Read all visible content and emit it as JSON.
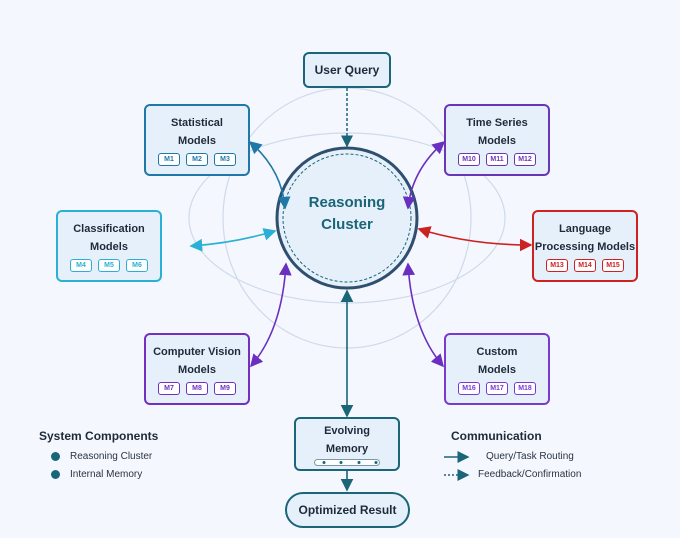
{
  "center": {
    "line1": "Reasoning",
    "line2": "Cluster",
    "color": "#1a6577"
  },
  "top": {
    "label": "User Query"
  },
  "memory": {
    "line1": "Evolving",
    "line2": "Memory"
  },
  "result": {
    "label": "Optimized Result"
  },
  "modules": [
    {
      "id": "statistical",
      "line1": "Statistical",
      "line2": "Models",
      "chips": [
        "M1",
        "M2",
        "M3"
      ],
      "color": "#1f78a8"
    },
    {
      "id": "time-series",
      "line1": "Time Series",
      "line2": "Models",
      "chips": [
        "M10",
        "M11",
        "M12"
      ],
      "color": "#6a36b8"
    },
    {
      "id": "classification",
      "line1": "Classification",
      "line2": "Models",
      "chips": [
        "M4",
        "M5",
        "M6"
      ],
      "color": "#2ab0d4"
    },
    {
      "id": "language",
      "line1": "Language",
      "line2": "Processing Models",
      "chips": [
        "M13",
        "M14",
        "M15"
      ],
      "color": "#cc2222"
    },
    {
      "id": "computer-vision",
      "line1": "Computer Vision",
      "line2": "Models",
      "chips": [
        "M7",
        "M8",
        "M9"
      ],
      "color": "#7330c0"
    },
    {
      "id": "custom",
      "line1": "Custom",
      "line2": "Models",
      "chips": [
        "M16",
        "M17",
        "M18"
      ],
      "color": "#7a3ad0"
    }
  ],
  "legend_components": {
    "title": "System Components",
    "items": [
      "Reasoning Cluster",
      "Internal Memory"
    ]
  },
  "legend_communication": {
    "title": "Communication",
    "items": [
      "Query/Task Routing",
      "Feedback/Confirmation"
    ]
  }
}
